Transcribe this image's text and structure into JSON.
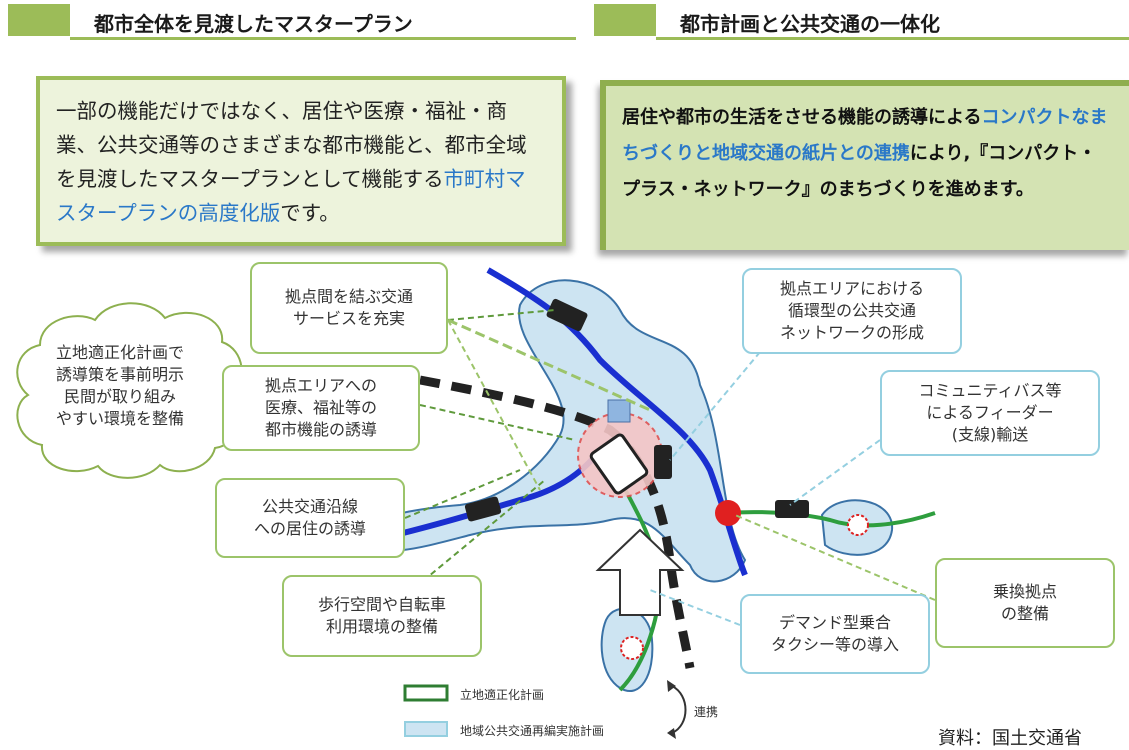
{
  "headers": {
    "left": "都市全体を見渡したマスタープラン",
    "right": "都市計画と公共交通の一体化"
  },
  "panel_left": {
    "text_before": "一部の機能だけではなく、居住や医療・福祉・商業、公共交通等のさまざまな都市機能と、都市全域を見渡したマスタープランとして機能する",
    "highlight": "市町村マスタープランの高度化版",
    "text_after": "です。"
  },
  "panel_right": {
    "text_before": "居住や都市の生活をさせる機能の誘導による",
    "highlight": "コンパクトなまちづくりと地域交通の紙片との連携",
    "text_after": "により,『コンパクト・プラス・ネットワーク』のまちづくりを進めます。"
  },
  "cloud": {
    "text": "立地適正化計画で\n誘導策を事前明示\n民間が取り組み\nやすい環境を整備"
  },
  "callouts": {
    "c1": "拠点間を結ぶ交通\nサービスを充実",
    "c2": "拠点エリアへの\n医療、福祉等の\n都市機能の誘導",
    "c3": "公共交通沿線\nへの居住の誘導",
    "c4": "歩行空間や自転車\n利用環境の整備",
    "c5": "拠点エリアにおける\n循環型の公共交通\nネットワークの形成",
    "c6": "コミュニティバス等\nによるフィーダー\n(支線)輸送",
    "c7": "乗換拠点\nの整備",
    "c8": "デマンド型乗合\nタクシー等の導入"
  },
  "legend": {
    "item1": "立地適正化計画",
    "item2": "地域公共交通再編実施計画",
    "link": "連携"
  },
  "source": "資料：国土交通省",
  "colors": {
    "green_accent": "#9cbc58",
    "highlight_blue": "#2a78c8",
    "route_blue": "#1a2fd0",
    "route_green": "#2e9e3e",
    "area_fill": "#cde4f2"
  }
}
